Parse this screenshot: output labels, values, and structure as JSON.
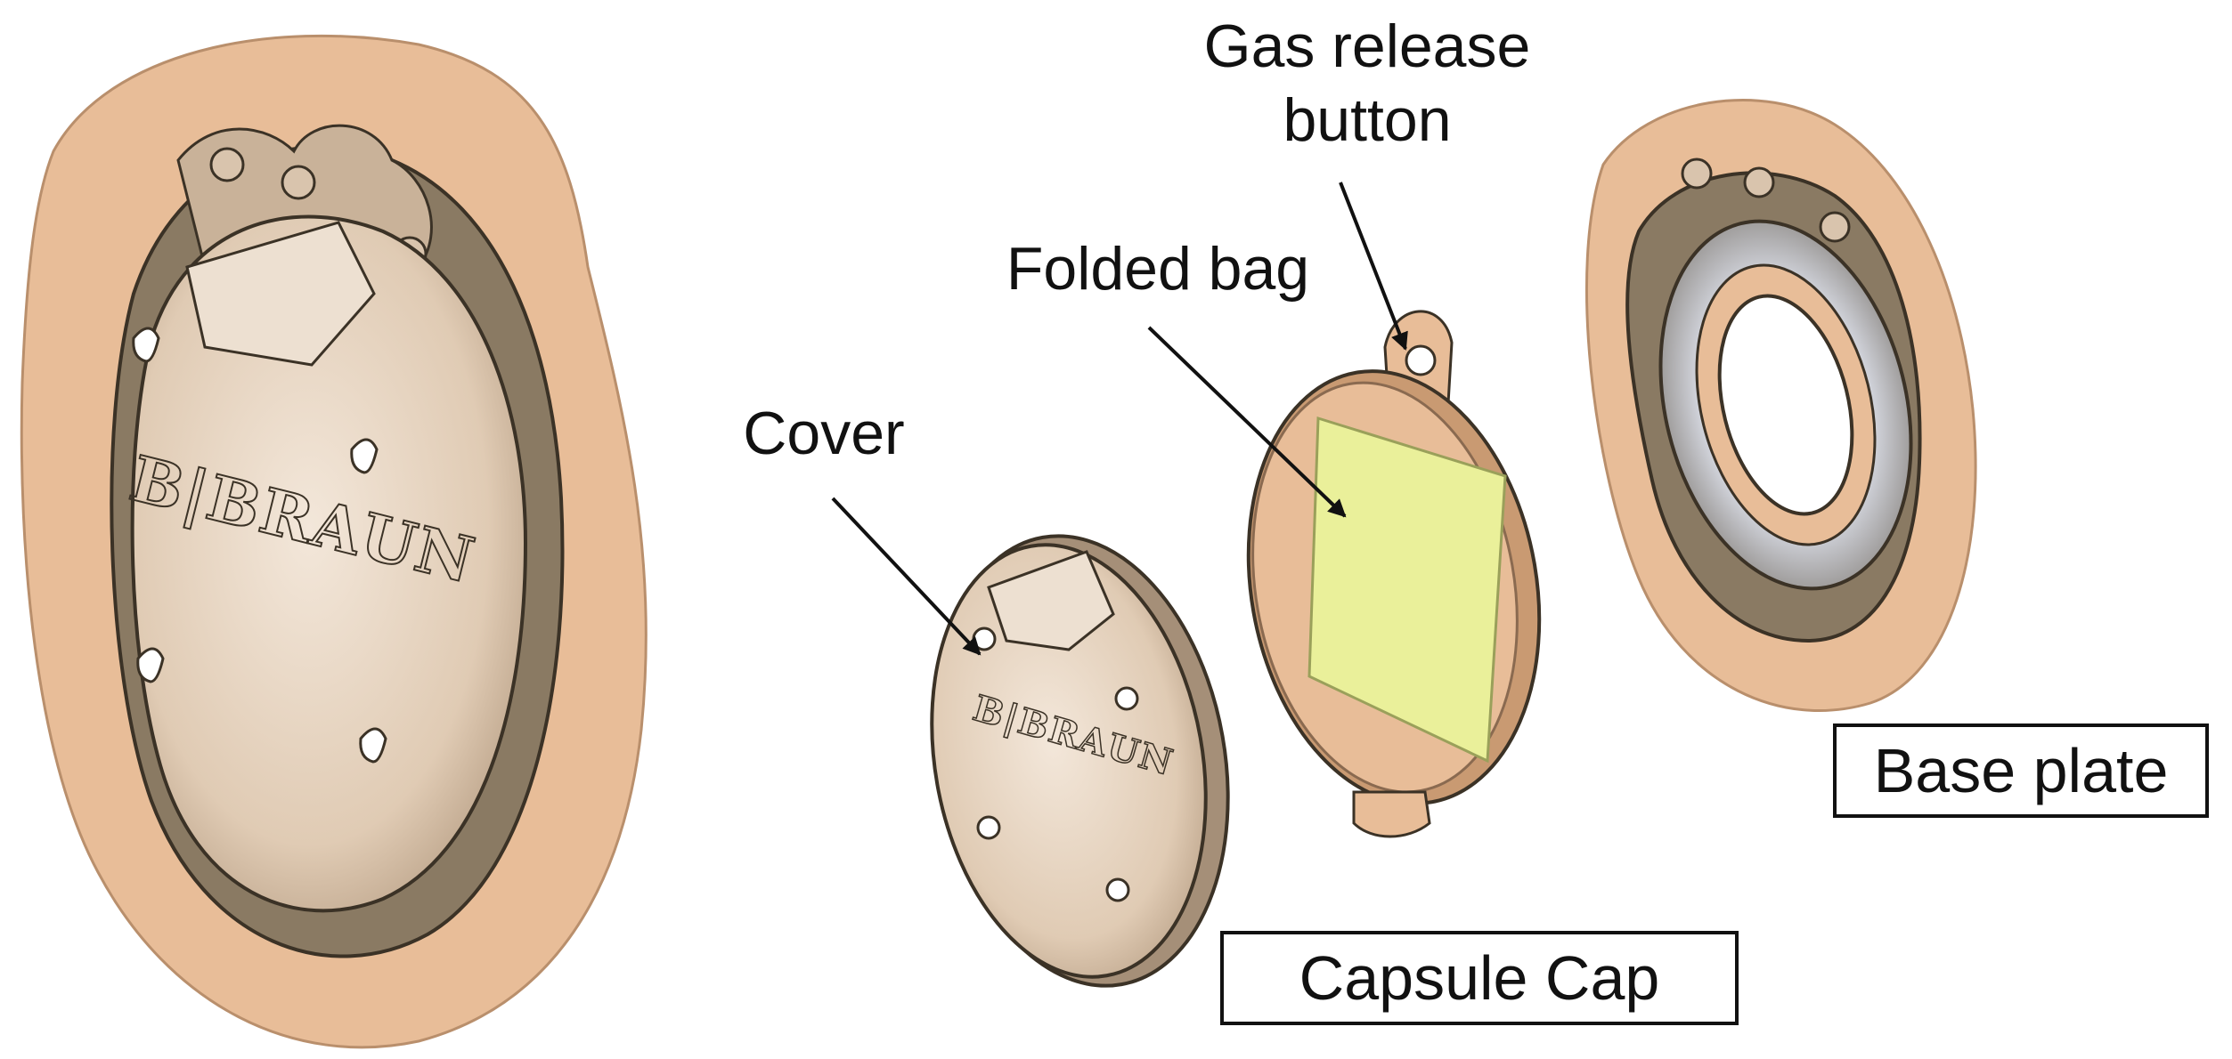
{
  "labels": {
    "gas_release_line1": "Gas release",
    "gas_release_line2": "button",
    "folded_bag": "Folded bag",
    "cover": "Cover",
    "base_plate": "Base plate",
    "capsule_cap": "Capsule Cap"
  },
  "brand": {
    "assembled": "B|BRAUN",
    "cover": "B|BRAUN"
  },
  "colors": {
    "skin_pad": "#e8bd98",
    "housing": "#d9c4ad",
    "ring_dark": "#8a7a63",
    "bag": "#eaf09a",
    "outline": "#3b3226"
  }
}
